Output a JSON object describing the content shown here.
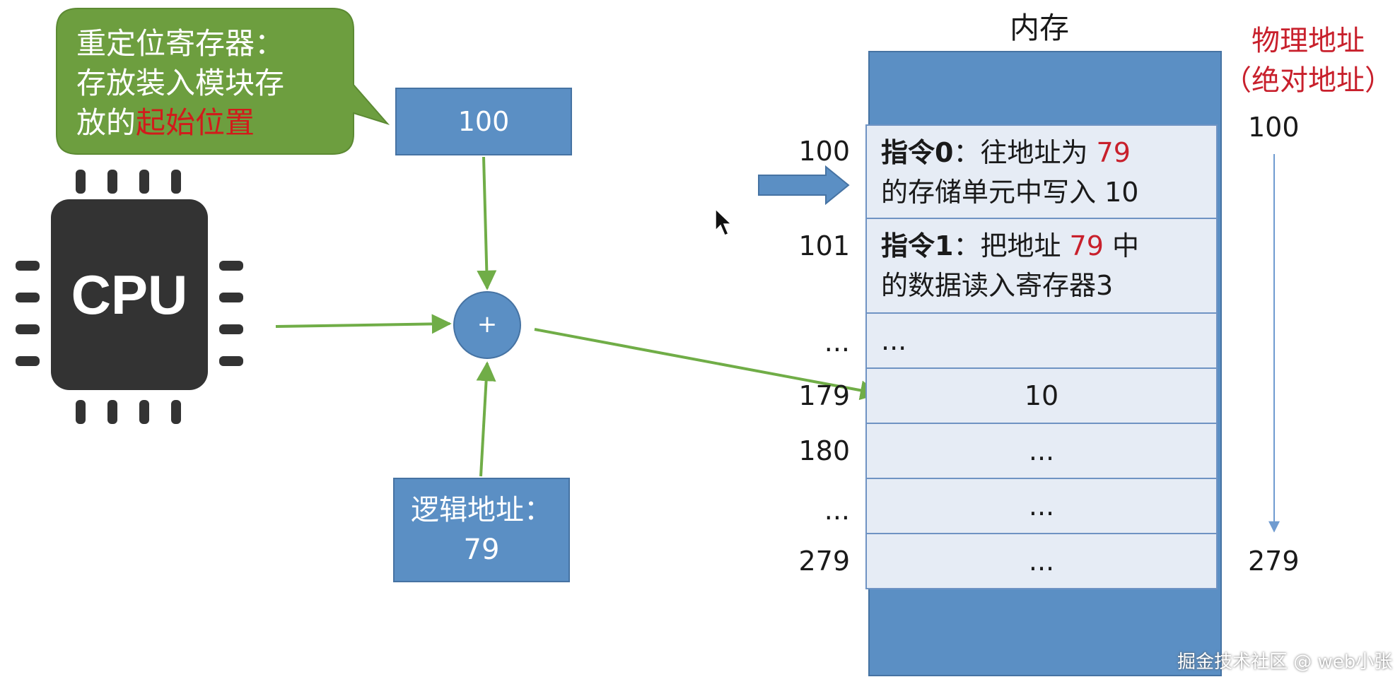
{
  "callout": {
    "line1": "重定位寄存器：",
    "line2": "存放装入模块存",
    "line3_prefix": "放的",
    "line3_highlight": "起始位置"
  },
  "relocation_register": {
    "value": "100"
  },
  "cpu": {
    "label": "CPU"
  },
  "adder": {
    "symbol": "+"
  },
  "logical_address": {
    "label": "逻辑地址：",
    "value": "79"
  },
  "memory": {
    "title": "内存",
    "cells": [
      {
        "addr": "100",
        "bold": "指令0",
        "text1": "：往地址为 ",
        "red": "79",
        "line2": "的存储单元中写入 10"
      },
      {
        "addr": "101",
        "bold": "指令1",
        "text1": "：把地址 ",
        "red": "79",
        "text1b": " 中",
        "line2": "的数据读入寄存器3"
      },
      {
        "addr": "...",
        "content": "..."
      },
      {
        "addr": "179",
        "content": "10"
      },
      {
        "addr": "180",
        "content": "..."
      },
      {
        "addr": "...",
        "content": "..."
      },
      {
        "addr": "279",
        "content": "..."
      }
    ]
  },
  "physical_address": {
    "title_line1": "物理地址",
    "title_line2": "（绝对地址）",
    "start": "100",
    "end": "279"
  },
  "watermark": "掘金技术社区 @ web小张",
  "colors": {
    "callout_green": "#6d9e3f",
    "box_blue": "#5b8fc4",
    "cell_fill": "#e6ecf5",
    "arrow_green": "#70ad47",
    "highlight_red": "#c8202c"
  }
}
